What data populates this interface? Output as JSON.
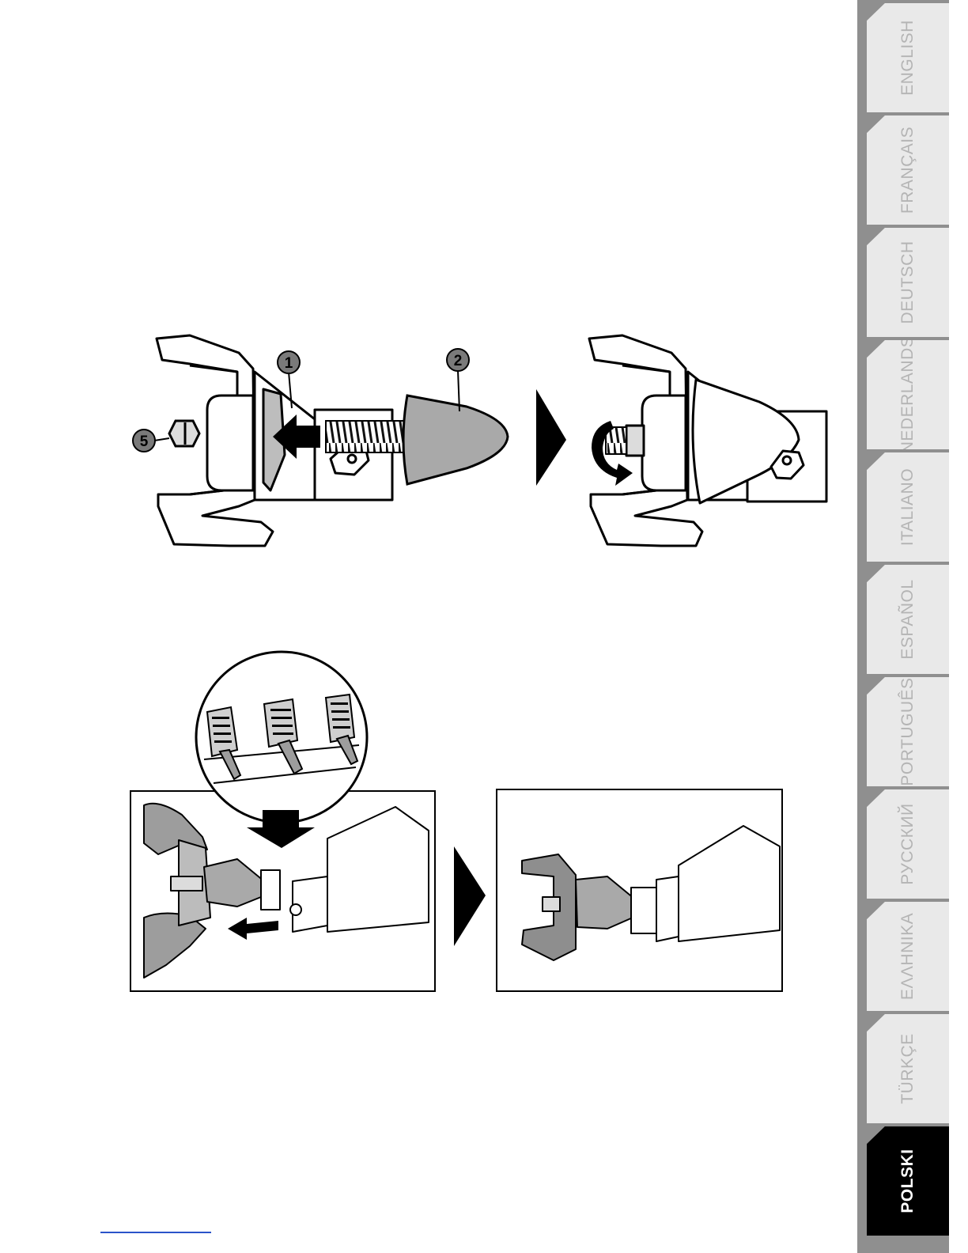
{
  "callouts": {
    "one": "1",
    "two": "2",
    "five": "5"
  },
  "languages": [
    {
      "label": "ENGLISH",
      "active": false
    },
    {
      "label": "FRANÇAIS",
      "active": false
    },
    {
      "label": "DEUTSCH",
      "active": false
    },
    {
      "label": "NEDERLANDS",
      "active": false
    },
    {
      "label": "ITALIANO",
      "active": false
    },
    {
      "label": "ESPAÑOL",
      "active": false
    },
    {
      "label": "PORTUGUÊS",
      "active": false
    },
    {
      "label": "РУССКИЙ",
      "active": false
    },
    {
      "label": "ΕΛΛΗΝΙΚΑ",
      "active": false
    },
    {
      "label": "TÜRKÇE",
      "active": false
    },
    {
      "label": "POLSKI",
      "active": true
    }
  ],
  "colors": {
    "sidebar": "#8f8f8f",
    "tab": "#e9e9e9",
    "tab_active": "#000000",
    "tab_text": "#b4b4b4",
    "part_fill": "#a9a9a9",
    "callout_fill": "#7a7a7a",
    "rule": "#2a53c9"
  }
}
